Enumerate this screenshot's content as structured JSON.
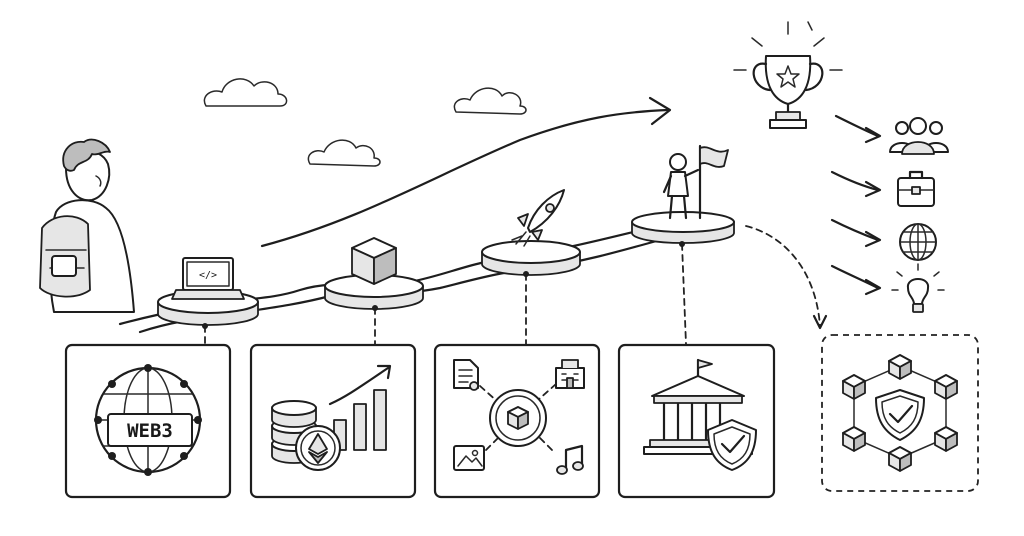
{
  "panels": [
    {
      "id": "web3",
      "label": "WEB3"
    },
    {
      "id": "tokens"
    },
    {
      "id": "nft"
    },
    {
      "id": "governance"
    },
    {
      "id": "network"
    }
  ],
  "laptop_code": "</>",
  "icons": {
    "trophy": "trophy-icon",
    "people": "people-icon",
    "briefcase": "briefcase-icon",
    "globe": "globe-icon",
    "lightbulb": "lightbulb-icon",
    "rocket": "rocket-icon",
    "cube": "cube-icon",
    "flag": "flag-icon",
    "laptop": "laptop-icon",
    "coin": "ethereum-coin-icon",
    "bank": "bank-icon",
    "shield": "shield-check-icon",
    "document": "document-icon",
    "building": "building-icon",
    "image": "image-icon",
    "music": "music-note-icon"
  },
  "colors": {
    "ink": "#1e1e1e",
    "paper": "#ffffff",
    "shade": "#e6e6e6"
  }
}
